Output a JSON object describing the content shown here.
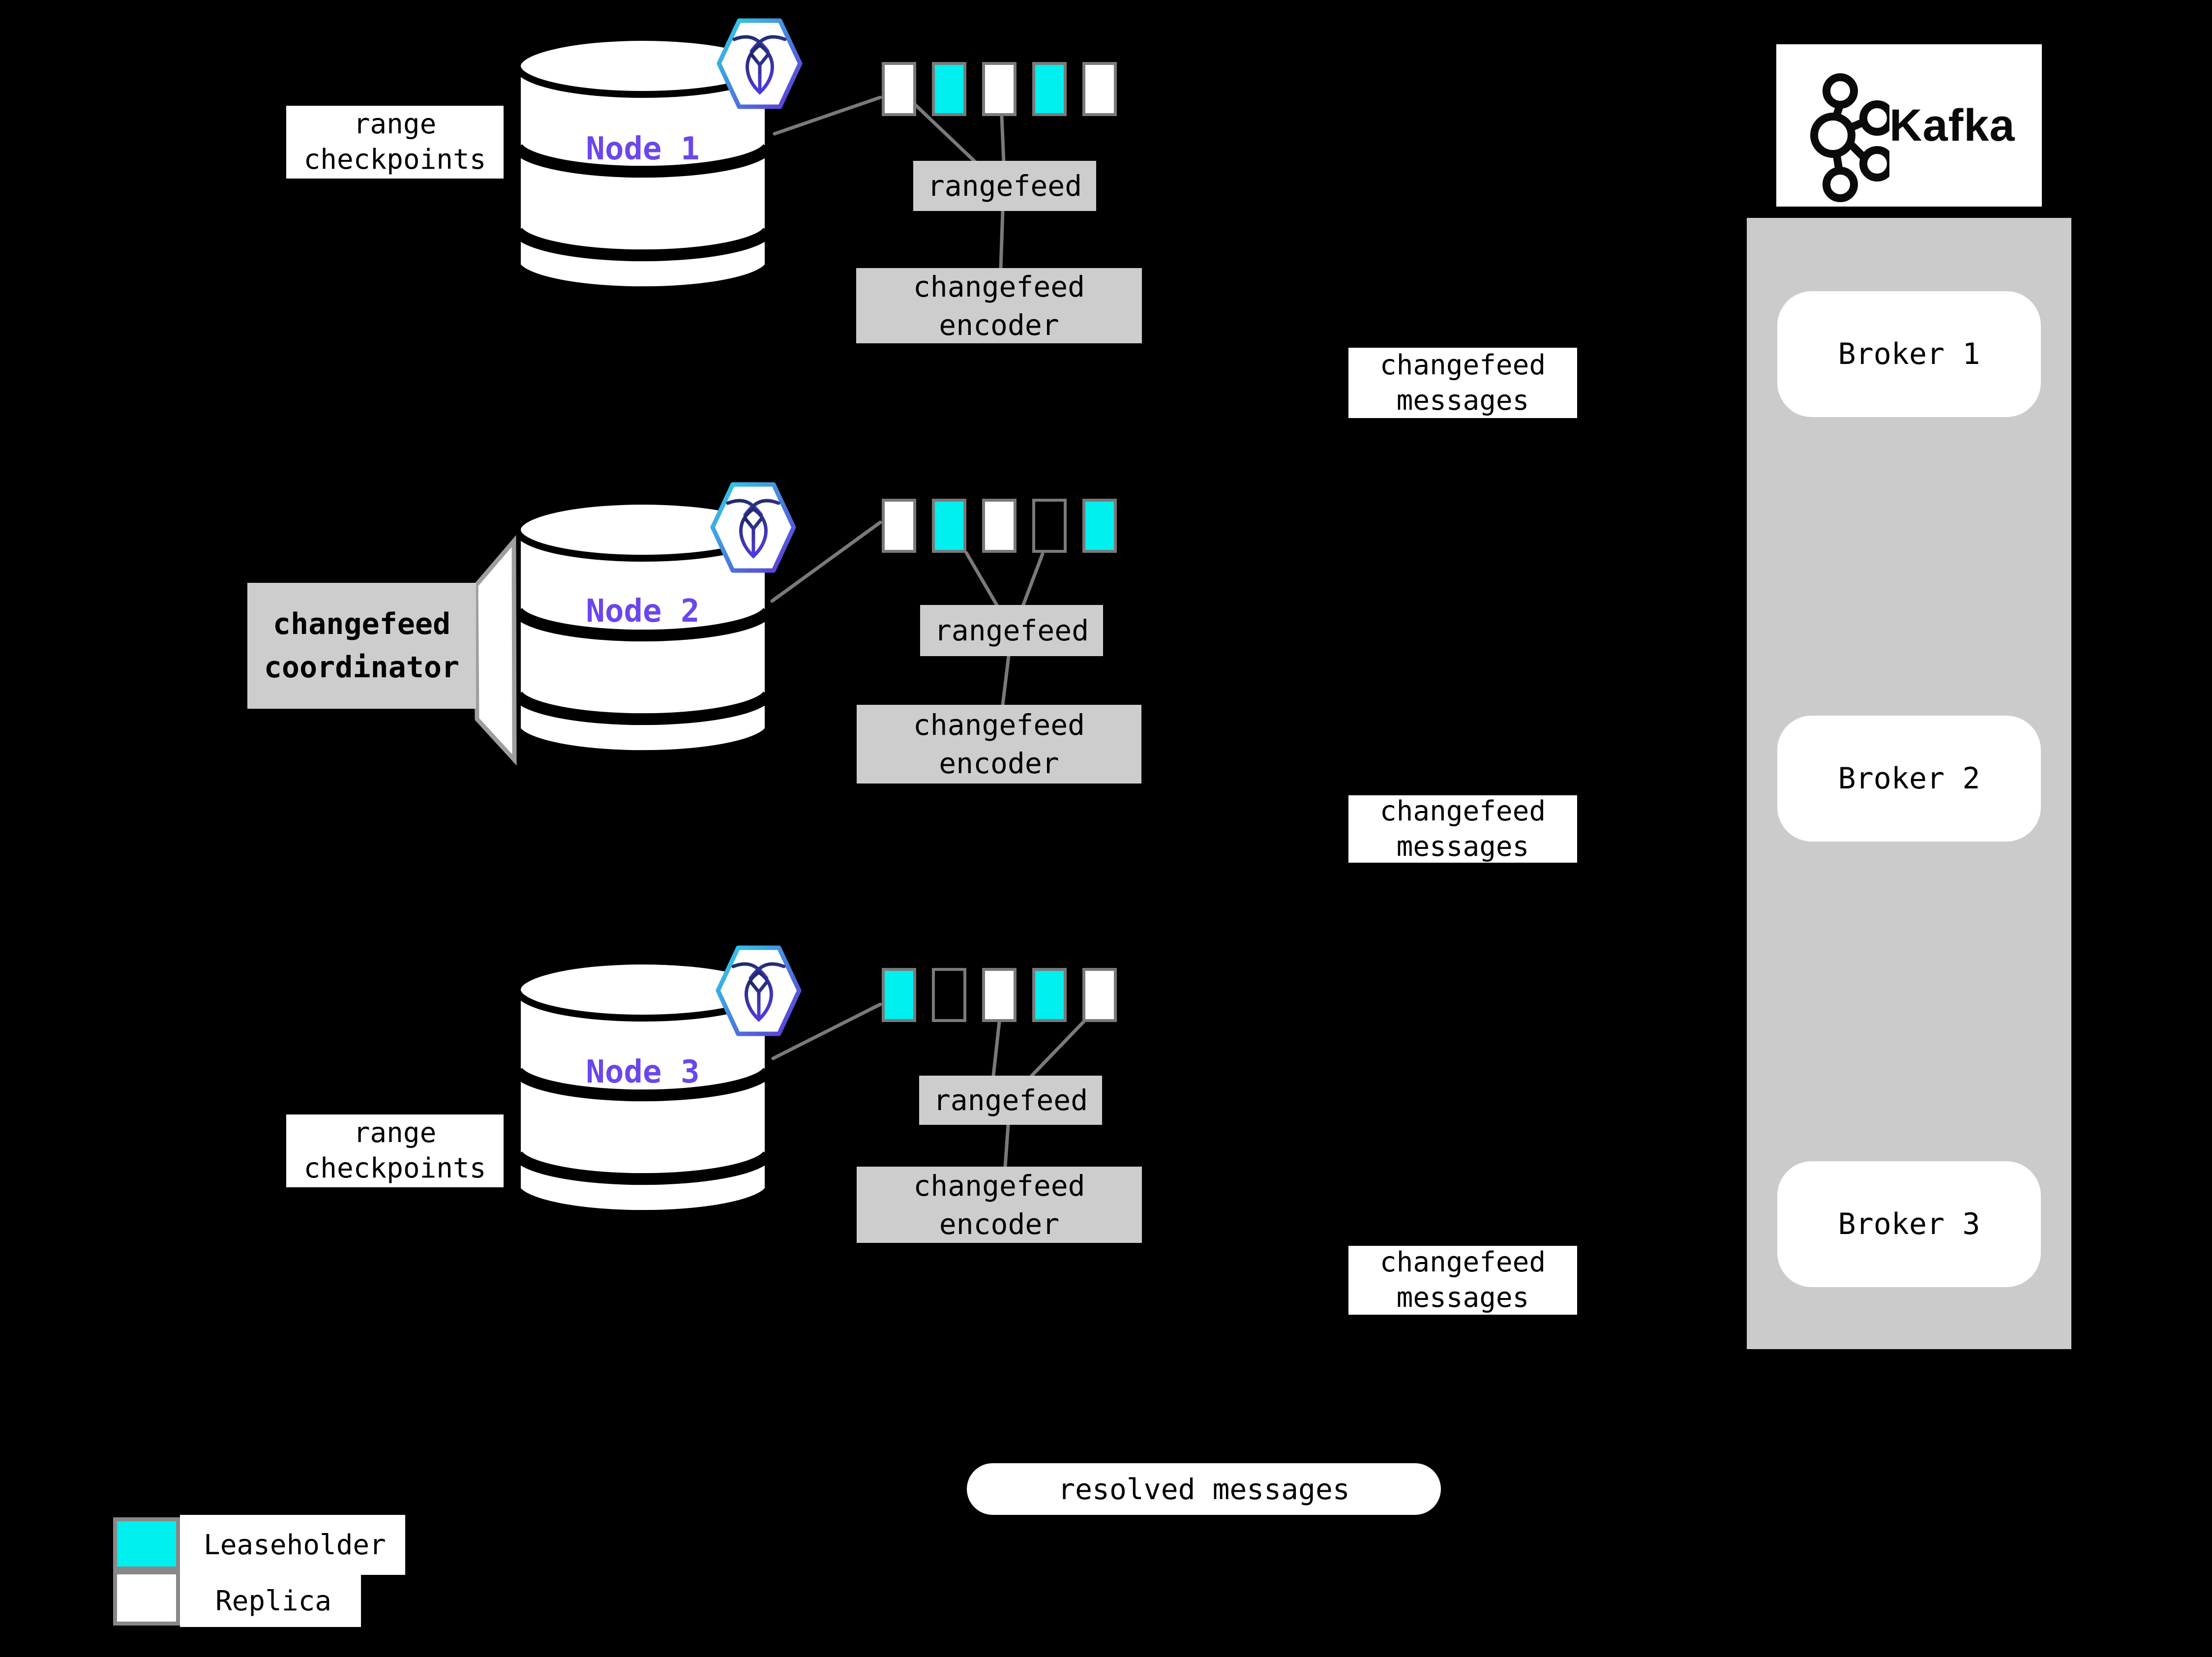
{
  "colors": {
    "background": "#000000",
    "leaseholder": "#00efef",
    "replica": "#ffffff",
    "empty_range": "transparent",
    "box_gray": "#cdcdcd",
    "panel_gray": "#cbcbcb",
    "node_label_purple": "#6b46ec",
    "connector_gray": "#7a7a7a"
  },
  "nodes": [
    {
      "label": "Node 1",
      "annotation_line1": "range",
      "annotation_line2": "checkpoints",
      "ranges": [
        "#ffffff",
        "#00efef",
        "#ffffff",
        "#00efef",
        "#ffffff"
      ],
      "rangefeed_label": "rangefeed",
      "encoder_line1": "changefeed",
      "encoder_line2": "encoder",
      "messages_line1": "changefeed",
      "messages_line2": "messages"
    },
    {
      "label": "Node 2",
      "annotation_line1": "changefeed",
      "annotation_line2": "coordinator",
      "ranges": [
        "#ffffff",
        "#00efef",
        "#ffffff",
        "transparent",
        "#00efef"
      ],
      "rangefeed_label": "rangefeed",
      "encoder_line1": "changefeed",
      "encoder_line2": "encoder",
      "messages_line1": "changefeed",
      "messages_line2": "messages"
    },
    {
      "label": "Node 3",
      "annotation_line1": "range",
      "annotation_line2": "checkpoints",
      "ranges": [
        "#00efef",
        "transparent",
        "#ffffff",
        "#00efef",
        "#ffffff"
      ],
      "rangefeed_label": "rangefeed",
      "encoder_line1": "changefeed",
      "encoder_line2": "encoder",
      "messages_line1": "changefeed",
      "messages_line2": "messages"
    }
  ],
  "kafka": {
    "title": "Kafka",
    "brokers": [
      "Broker 1",
      "Broker 2",
      "Broker 3"
    ]
  },
  "resolved_label": "resolved messages",
  "legend": {
    "leaseholder_label": "Leaseholder",
    "replica_label": "Replica",
    "leaseholder_color": "#00efef",
    "replica_color": "#ffffff"
  }
}
